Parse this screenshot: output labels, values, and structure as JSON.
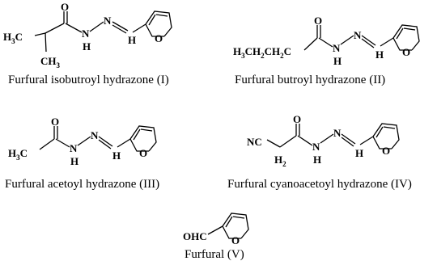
{
  "compounds": [
    {
      "id": "I",
      "caption": "Furfural isobutroyl hydrazone (I)",
      "labels": {
        "h3c": "H3C",
        "ch3": "CH3",
        "o": "O",
        "nh": "N",
        "h": "H",
        "n": "N",
        "ch": "H",
        "ring_o": "O"
      }
    },
    {
      "id": "II",
      "caption": "Furfural butroyl hydrazone (II)",
      "labels": {
        "chain": "H3CH2CH2C",
        "o": "O",
        "nh": "N",
        "h": "H",
        "n": "N",
        "ch": "H",
        "ring_o": "O"
      }
    },
    {
      "id": "III",
      "caption": "Furfural acetoyl hydrazone (III)",
      "labels": {
        "h3c": "H3C",
        "o": "O",
        "nh": "N",
        "h": "H",
        "n": "N",
        "ch": "H",
        "ring_o": "O"
      }
    },
    {
      "id": "IV",
      "caption": "Furfural cyanoacetoyl hydrazone (IV)",
      "labels": {
        "nc": "NC",
        "h2": "H2",
        "o": "O",
        "nh": "N",
        "h": "H",
        "n": "N",
        "ch": "H",
        "ring_o": "O"
      }
    },
    {
      "id": "V",
      "caption": "Furfural (V)",
      "labels": {
        "ohc": "OHC",
        "ring_o": "O"
      }
    }
  ],
  "colors": {
    "ink": "#000000",
    "background": "#ffffff"
  }
}
